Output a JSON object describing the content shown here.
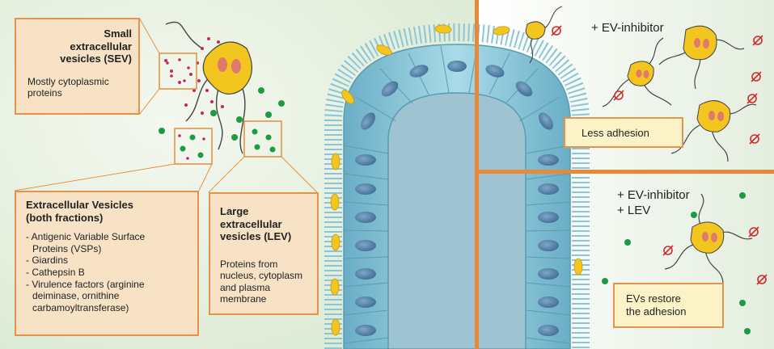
{
  "sev": {
    "title_lines": [
      "Small",
      "extracellular",
      "vesicles (SEV)"
    ],
    "desc_lines": [
      "Mostly cytoplasmic",
      "proteins"
    ]
  },
  "ev_both": {
    "title_lines": [
      "Extracellular Vesicles",
      "(both fractions)"
    ],
    "items": [
      "- Antigenic Variable Surface",
      "Proteins (VSPs)",
      "- Giardins",
      "- Cathepsin B",
      "- Virulence factors (arginine",
      "deiminase, ornithine",
      "carbamoyltransferase)"
    ]
  },
  "lev": {
    "title_lines": [
      "Large",
      "extracellular",
      "vesicles (LEV)"
    ],
    "desc_lines": [
      "Proteins from",
      "nucleus, cytoplasm",
      "and plasma",
      "membrane"
    ]
  },
  "panel_top": {
    "label": "+ EV-inhibitor",
    "note": "Less adhesion"
  },
  "panel_bottom": {
    "label_lines": [
      "+ EV-inhibitor",
      "+ LEV"
    ],
    "note_lines": [
      "EVs restore",
      "the adhesion"
    ]
  },
  "colors": {
    "frame": "#e8893a",
    "box_fill": "#f7e2c6",
    "sev_dot": "#c8285a",
    "lev_dot": "#1e9a45",
    "inhibitor": "#d42a2a",
    "epithelium": "#7fbfd3",
    "nucleus": "#4c7fa6",
    "parasite": "#f2c51f"
  },
  "icons": [
    "giardia-parasite-icon",
    "ev-inhibitor-symbol-icon",
    "vesicle-dot-icon"
  ]
}
